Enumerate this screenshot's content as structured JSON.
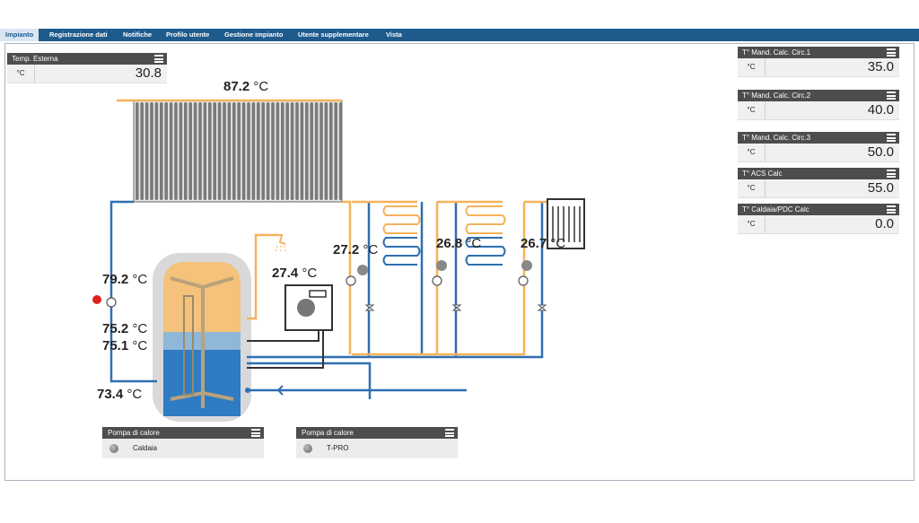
{
  "tabs": [
    {
      "label": "Impianto",
      "active": true
    },
    {
      "label": "Registrazione dati"
    },
    {
      "label": "Notifiche"
    },
    {
      "label": "Profilo utente"
    },
    {
      "label": "Gestione impianto"
    },
    {
      "label": "Utente supplementare"
    },
    {
      "label": "Vista"
    }
  ],
  "external_temp": {
    "title": "Temp. Esterna",
    "unit": "°C",
    "value": "30.8"
  },
  "right_panels": [
    {
      "title": "T° Mand. Calc. Circ.1",
      "unit": "°C",
      "value": "35.0"
    },
    {
      "title": "T° Mand. Calc. Circ.2",
      "unit": "°C",
      "value": "40.0"
    },
    {
      "title": "T° Mand. Calc. Circ.3",
      "unit": "°C",
      "value": "50.0"
    },
    {
      "title": "T° ACS Calc",
      "unit": "°C",
      "value": "55.0"
    },
    {
      "title": "T° Caldaia/PDC Calc",
      "unit": "°C",
      "value": "0.0"
    }
  ],
  "diagram_temps": {
    "collector": "87.2",
    "collector_unit": "°C",
    "t1": "79.2",
    "t2": "75.2",
    "t3": "75.1",
    "t4": "73.4",
    "boiler": "27.4",
    "circ1": "27.2",
    "circ2": "26.8",
    "circ3": "26.7",
    "unit": "°C"
  },
  "status_panels": [
    {
      "title": "Pompa di calore",
      "label": "Caldaia"
    },
    {
      "title": "Pompa di calore",
      "label": "T-PRO"
    }
  ],
  "colors": {
    "hot": "#f5b35a",
    "cold": "#2f6fb3",
    "dark": "#333333",
    "nav": "#1f5a8c",
    "alarm": "#e02020"
  }
}
